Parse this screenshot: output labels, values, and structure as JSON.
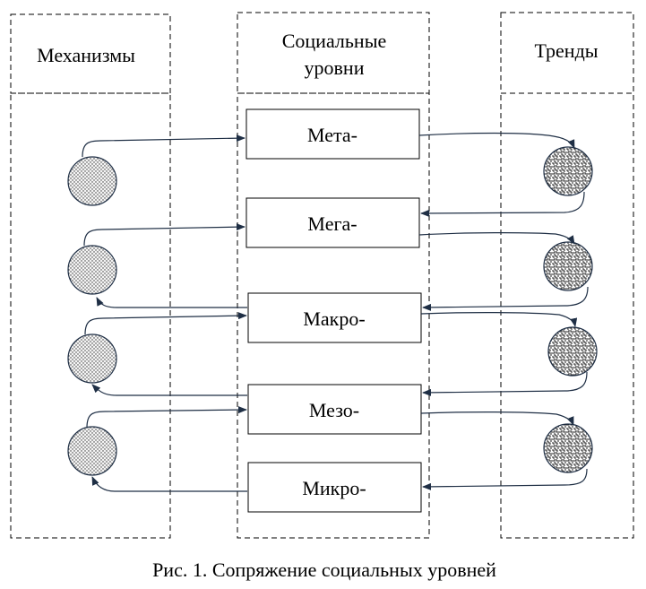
{
  "headers": {
    "mechanisms": "Механизмы",
    "social_levels_line1": "Социальные",
    "social_levels_line2": "уровни",
    "trends": "Тренды"
  },
  "levels": [
    "Мета-",
    "Мега-",
    "Макро-",
    "Мезо-",
    "Микро-"
  ],
  "caption": "Рис. 1. Сопряжение социальных уровней",
  "colors": {
    "arrow": "#1f2f45",
    "border": "#000000",
    "circle_stroke": "#1f2f45"
  },
  "icons": {
    "mechanism_circle": "dotted-circle-icon",
    "trend_circle": "pattern-circle-icon"
  }
}
